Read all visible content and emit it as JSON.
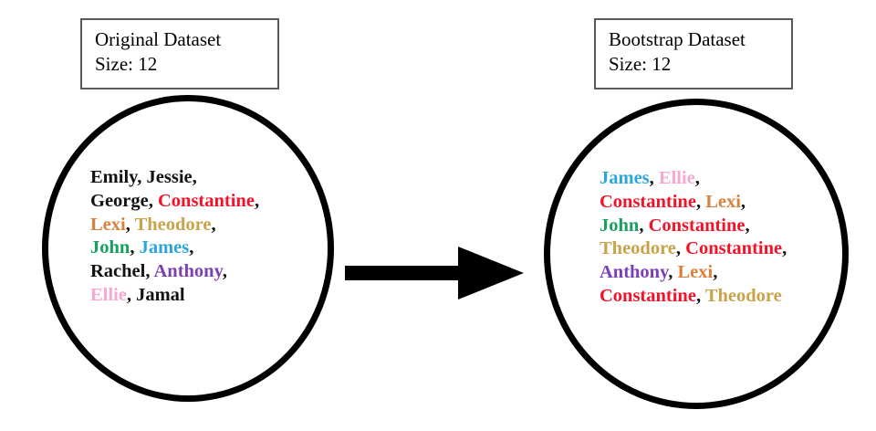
{
  "diagram": {
    "title_left": "Original Dataset",
    "title_right": "Bootstrap Dataset",
    "arrow_icon": "right-arrow-icon"
  },
  "palette": {
    "black": "#111111",
    "red": "#f41229",
    "orange": "#d9803c",
    "gold": "#c9a349",
    "green": "#17a05e",
    "cyan": "#2ba6dd",
    "purple": "#7b3fb5",
    "pink": "#f7a8d0"
  },
  "left_panel": {
    "box": {
      "line1": "Original Dataset",
      "line2": "Size: 12"
    },
    "rows": [
      [
        {
          "text": "Emily",
          "color": "#111111"
        },
        {
          "text": "Jessie",
          "color": "#111111"
        }
      ],
      [
        {
          "text": "George",
          "color": "#111111"
        },
        {
          "text": "Constantine",
          "color": "#f41229"
        }
      ],
      [
        {
          "text": "Lexi",
          "color": "#d9803c"
        },
        {
          "text": "Theodore",
          "color": "#c9a349"
        }
      ],
      [
        {
          "text": "John",
          "color": "#17a05e"
        },
        {
          "text": "James",
          "color": "#2ba6dd"
        }
      ],
      [
        {
          "text": "Rachel",
          "color": "#111111"
        },
        {
          "text": "Anthony",
          "color": "#7b3fb5"
        }
      ],
      [
        {
          "text": "Ellie",
          "color": "#f7a8d0"
        },
        {
          "text": "Jamal",
          "color": "#111111"
        }
      ]
    ],
    "trailing_comma_rows": [
      true,
      true,
      true,
      true,
      true,
      false
    ]
  },
  "right_panel": {
    "box": {
      "line1": "Bootstrap Dataset",
      "line2": "Size: 12"
    },
    "rows": [
      [
        {
          "text": "James",
          "color": "#2ba6dd"
        },
        {
          "text": "Ellie",
          "color": "#f7a8d0"
        }
      ],
      [
        {
          "text": "Constantine",
          "color": "#f41229"
        },
        {
          "text": "Lexi",
          "color": "#d9803c"
        }
      ],
      [
        {
          "text": "John",
          "color": "#17a05e"
        },
        {
          "text": "Constantine",
          "color": "#f41229"
        }
      ],
      [
        {
          "text": "Theodore",
          "color": "#c9a349"
        },
        {
          "text": "Constantine",
          "color": "#f41229"
        }
      ],
      [
        {
          "text": "Anthony",
          "color": "#7b3fb5"
        },
        {
          "text": "Lexi",
          "color": "#d9803c"
        }
      ],
      [
        {
          "text": "Constantine",
          "color": "#f41229"
        },
        {
          "text": "Theodore",
          "color": "#c9a349"
        }
      ]
    ],
    "trailing_comma_rows": [
      true,
      true,
      true,
      true,
      true,
      false
    ]
  }
}
